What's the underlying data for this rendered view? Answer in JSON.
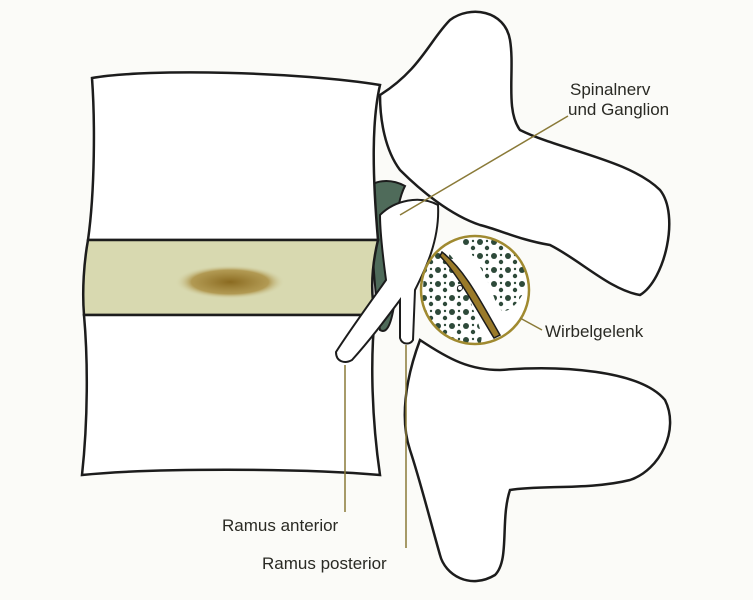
{
  "labels": {
    "spinal_nerve_line1": "Spinalnerv",
    "spinal_nerve_line2": "und Ganglion",
    "facet_joint": "Wirbelgelenk",
    "ramus_anterior": "Ramus anterior",
    "ramus_posterior": "Ramus posterior"
  },
  "colors": {
    "outline": "#1c1c1c",
    "disc": "#d8d9b0",
    "disc_spot": "#9a7a2c",
    "leader": "#8a7a38",
    "ganglion_shadow": "#4f6b5a",
    "joint_cartilage": "#9a7a2a"
  }
}
